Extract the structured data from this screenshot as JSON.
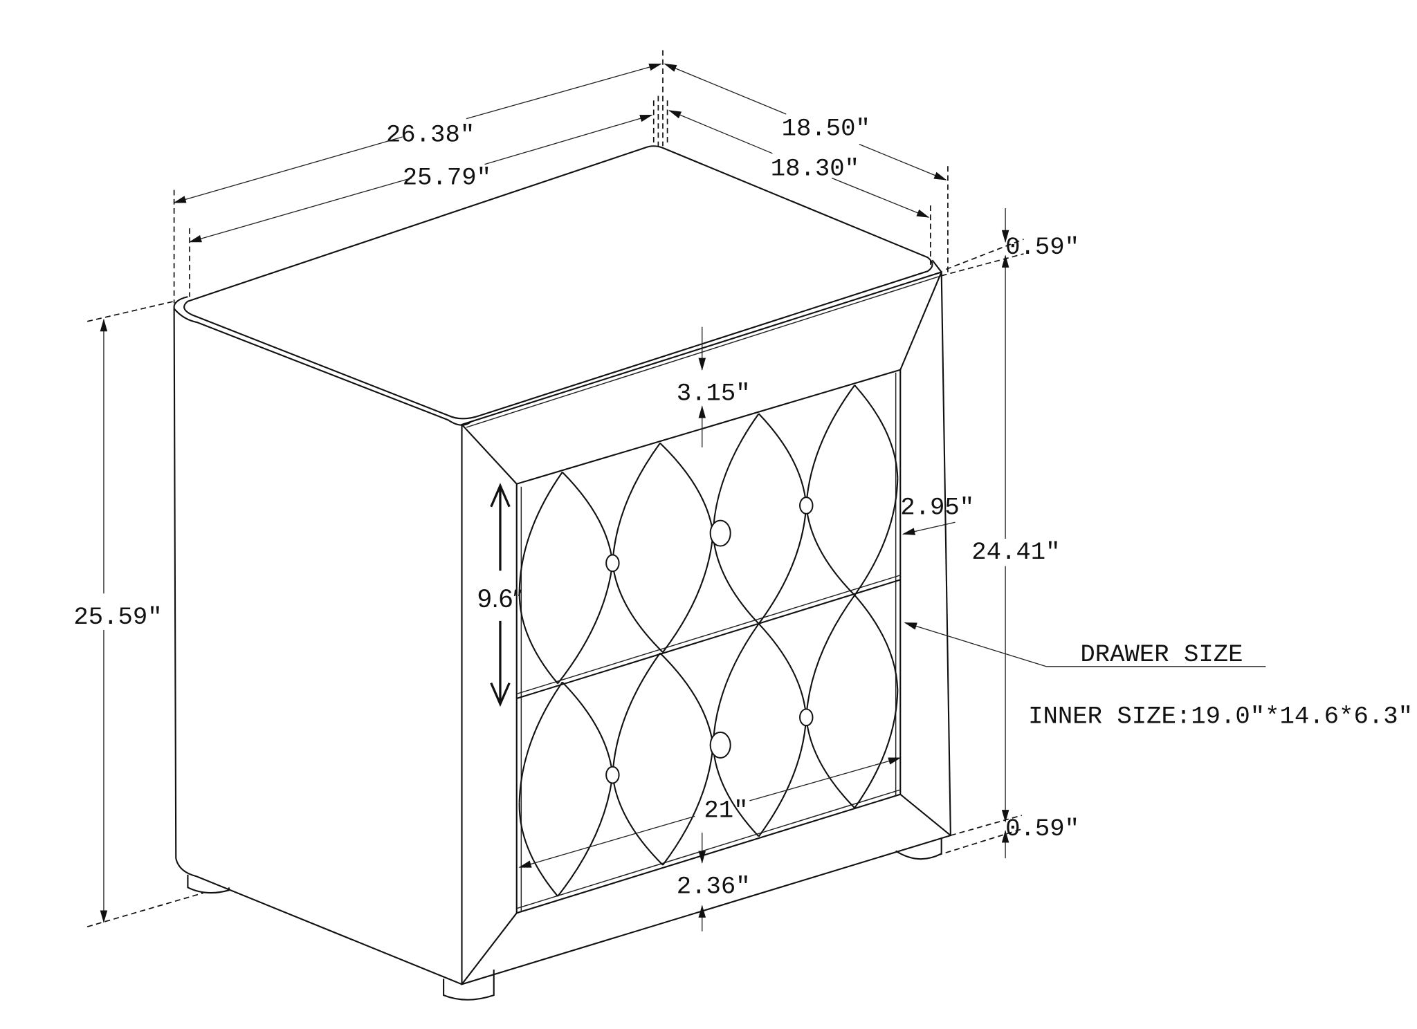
{
  "dimensions": {
    "overall_width": "26.38″",
    "top_width": "25.79″",
    "overall_depth": "18.50″",
    "top_depth": "18.30″",
    "top_thickness": "0.59″",
    "body_height": "24.41″",
    "base_thickness": "0.59″",
    "overall_height": "25.59″",
    "top_rail": "3.15″",
    "side_frame": "2.95″",
    "drawer_height": "9.6″",
    "drawer_width": "21″",
    "bottom_rail": "2.36″"
  },
  "drawer": {
    "label": "DRAWER SIZE",
    "inner_size": "INNER SIZE:19.0″*14.6*6.3″"
  },
  "colors": {
    "line": "#111111",
    "background": "#ffffff"
  }
}
